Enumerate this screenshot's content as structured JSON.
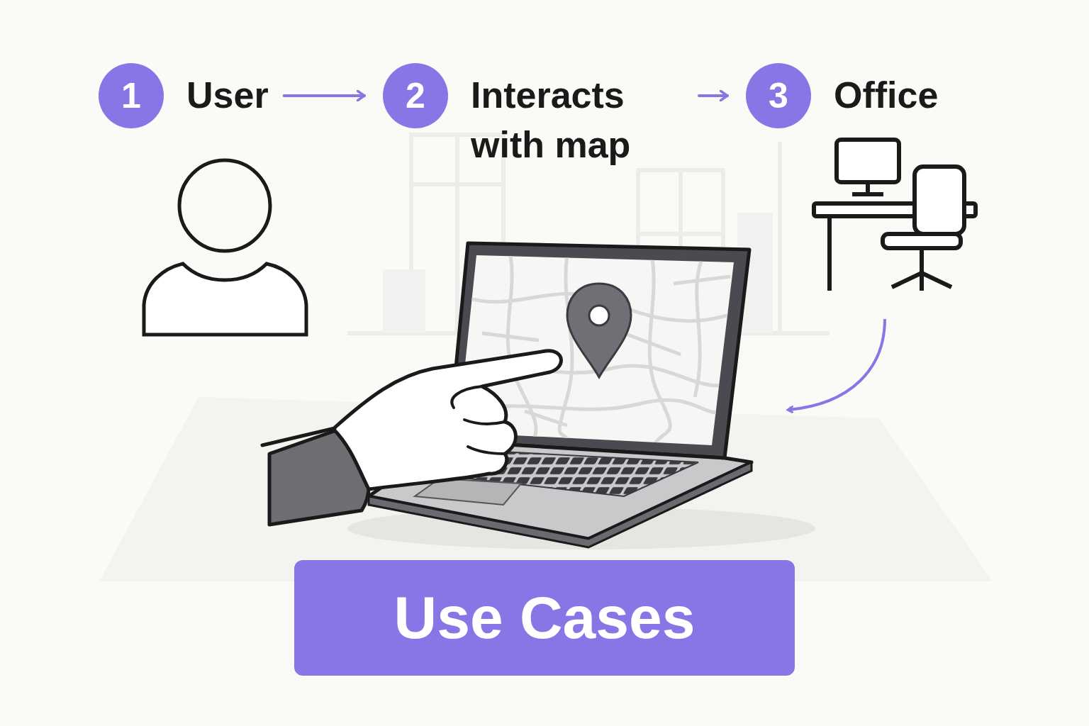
{
  "diagram": {
    "nodes": [
      {
        "text": [
          "1",
          "User"
        ]
      },
      {
        "text": [
          "2",
          "Interacts with map"
        ]
      },
      {
        "text": [
          "3",
          "Office"
        ]
      },
      {
        "text": [
          "Use Cases"
        ]
      }
    ],
    "edges": [
      {
        "from": 0,
        "to": 1,
        "arrow": "to"
      },
      {
        "from": 1,
        "to": 2,
        "arrow": "to"
      }
    ]
  }
}
